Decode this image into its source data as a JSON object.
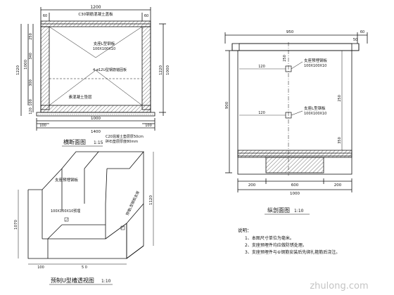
{
  "cross_section": {
    "top_dims": {
      "overall": "1200",
      "left": "60",
      "right": "60"
    },
    "left_dims": {
      "outer": "1220",
      "inner": "1000",
      "a": "250",
      "b": "340",
      "c": "300",
      "d": "100",
      "e": "120"
    },
    "right_dims": {
      "a": "1220",
      "b": "1000"
    },
    "labels": {
      "top_plate": "C30钢筋混凝土盖板",
      "embed_angle": "支座L型钢板",
      "embed_size": "100X100X10",
      "rebar_note": "4-ø12U型钢筋锚固板",
      "fill": "素混凝土垫层"
    },
    "bottom_dims": {
      "inner": "1000",
      "overall": "1400",
      "left": "100",
      "right": "100"
    },
    "title": "横断面图",
    "scale": "1:15",
    "note_line1": "C20混凝土垫层厚50cm",
    "note_line2": "碎石垫层厚度80mm"
  },
  "profile": {
    "top_dims": {
      "overall": "950",
      "right": "60",
      "cap": "50"
    },
    "labels": {
      "plate1": "支座预埋钢板",
      "plate1_size": "100X100X10",
      "plate2": "支座L型钢板",
      "plate2_size": "100X100X10"
    },
    "left_dims": {
      "total": "900",
      "a": "250",
      "b": "120",
      "c": "120"
    },
    "right_dims": {
      "a": "250",
      "b": "350"
    },
    "bottom_dims": {
      "left": "200",
      "mid": "600",
      "right": "200",
      "overall": "1000"
    },
    "title": "纵剖面图",
    "scale": "1:10"
  },
  "iso": {
    "labels": {
      "rebar": "支座预埋钢板",
      "plate": "100X100X10预埋",
      "right": "预埋L型钢板支座"
    },
    "left_dims": {
      "a": "1070",
      "b": "1120"
    },
    "bottom_dims": {
      "a": "100",
      "b": "5 0"
    },
    "title": "预制U型槽透视图",
    "scale": "1:10"
  },
  "notes": {
    "title": "说明：",
    "items": [
      "1、本图尺寸单位为毫米。",
      "2、支座预埋件均应做防锈处理。",
      "3、支座预埋件与⑥钢筋安装后先绑扎箍筋后浇注。"
    ]
  },
  "watermark": "zhulong.com"
}
